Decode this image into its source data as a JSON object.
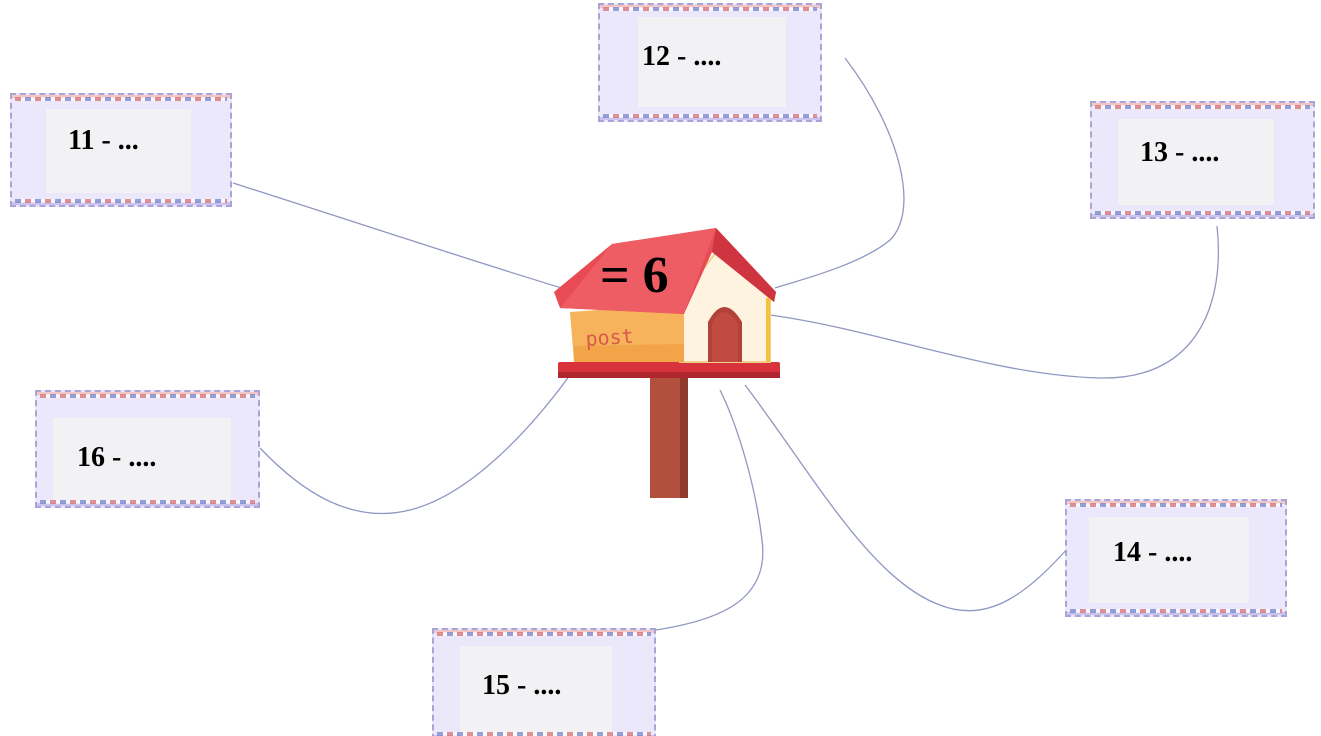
{
  "center": {
    "equation": "= 6",
    "mailbox_text": "post"
  },
  "envelopes": [
    {
      "label": "11 - ..."
    },
    {
      "label": "12 - ...."
    },
    {
      "label": "13 - ...."
    },
    {
      "label": "14 - ...."
    },
    {
      "label": "15 - ...."
    },
    {
      "label": "16 - ...."
    }
  ],
  "colors": {
    "roof": "#e94b55",
    "house_body": "#f6b35b",
    "post": "#b1513d",
    "wire": "#8f97c2"
  }
}
